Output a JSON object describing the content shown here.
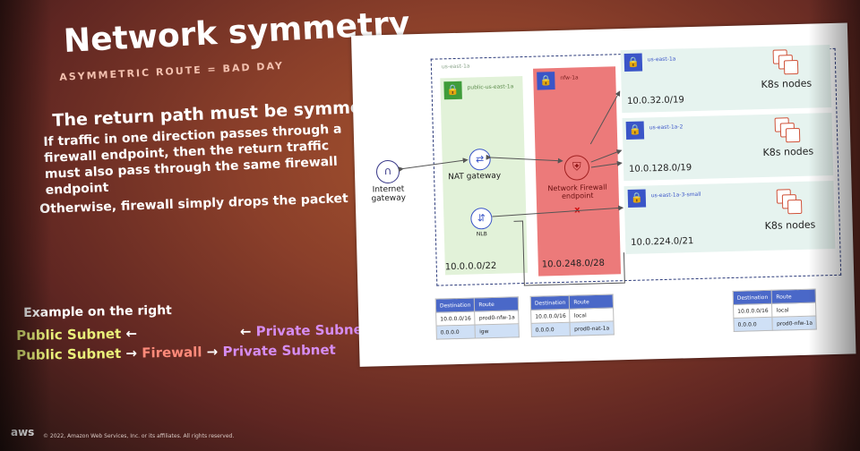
{
  "slide": {
    "title": "Network symmetry",
    "subtitle": "ASYMMETRIC ROUTE = BAD DAY",
    "heading_pre": "The return path ",
    "heading_bold": "must",
    "heading_post": " be symmetric",
    "paragraph": "If traffic in one direction passes through a firewall endpoint, then the return traffic must also pass through the same firewall endpoint",
    "paragraph2": "Otherwise, firewall simply drops the packet",
    "example_title": "Example on the right",
    "flow1": {
      "a": "Public Subnet",
      "arrow1": "←",
      "arrow2": "←",
      "b": "Private Subnet"
    },
    "flow2": {
      "a": "Public Subnet",
      "arrow1": "→",
      "mid": "Firewall",
      "arrow2": "→",
      "b": "Private Subnet"
    },
    "copyright": "© 2022, Amazon Web Services, Inc. or its affiliates. All rights reserved.",
    "aws_logo": "aws"
  },
  "diagram": {
    "vpc_label": "us-east-1a",
    "public_subnet": {
      "label": "public-us-east-1a",
      "cidr": "10.0.0.0/22"
    },
    "firewall_subnet": {
      "label": "nfw-1a",
      "cidr": "10.0.248.0/28",
      "endpoint": "Network Firewall endpoint"
    },
    "private_subnets": [
      {
        "label": "us-east-1a",
        "cidr": "10.0.32.0/19",
        "nodes": "K8s nodes"
      },
      {
        "label": "us-east-1a-2",
        "cidr": "10.0.128.0/19",
        "nodes": "K8s nodes"
      },
      {
        "label": "us-east-1a-3-small",
        "cidr": "10.0.224.0/21",
        "nodes": "K8s nodes"
      }
    ],
    "nat_gateway": "NAT gateway",
    "nlb": "NLB",
    "internet_gateway": "Internet gateway",
    "drop_mark": "x",
    "route_tables": [
      {
        "headers": [
          "Destination",
          "Route"
        ],
        "rows": [
          [
            "10.0.0.0/16",
            "prod0-nfw-1a"
          ],
          [
            "0.0.0.0",
            "igw"
          ]
        ]
      },
      {
        "headers": [
          "Destination",
          "Route"
        ],
        "rows": [
          [
            "10.0.0.0/16",
            "local"
          ],
          [
            "0.0.0.0",
            "prod0-nat-1a"
          ]
        ]
      },
      {
        "headers": [
          "Destination",
          "Route"
        ],
        "rows": [
          [
            "10.0.0.0/16",
            "local"
          ],
          [
            "0.0.0.0",
            "prod0-nfw-1a"
          ]
        ]
      }
    ]
  },
  "colors": {
    "public": "#e9f07a",
    "private": "#d58cf0",
    "firewall": "#ff8a7a",
    "fw_subnet": "#ec7a7a",
    "pub_subnet": "#e2f2d9"
  },
  "icons": [
    "lock-icon",
    "nat-gateway-icon",
    "nlb-icon",
    "firewall-icon",
    "internet-gateway-icon",
    "k8s-nodes-icon"
  ]
}
